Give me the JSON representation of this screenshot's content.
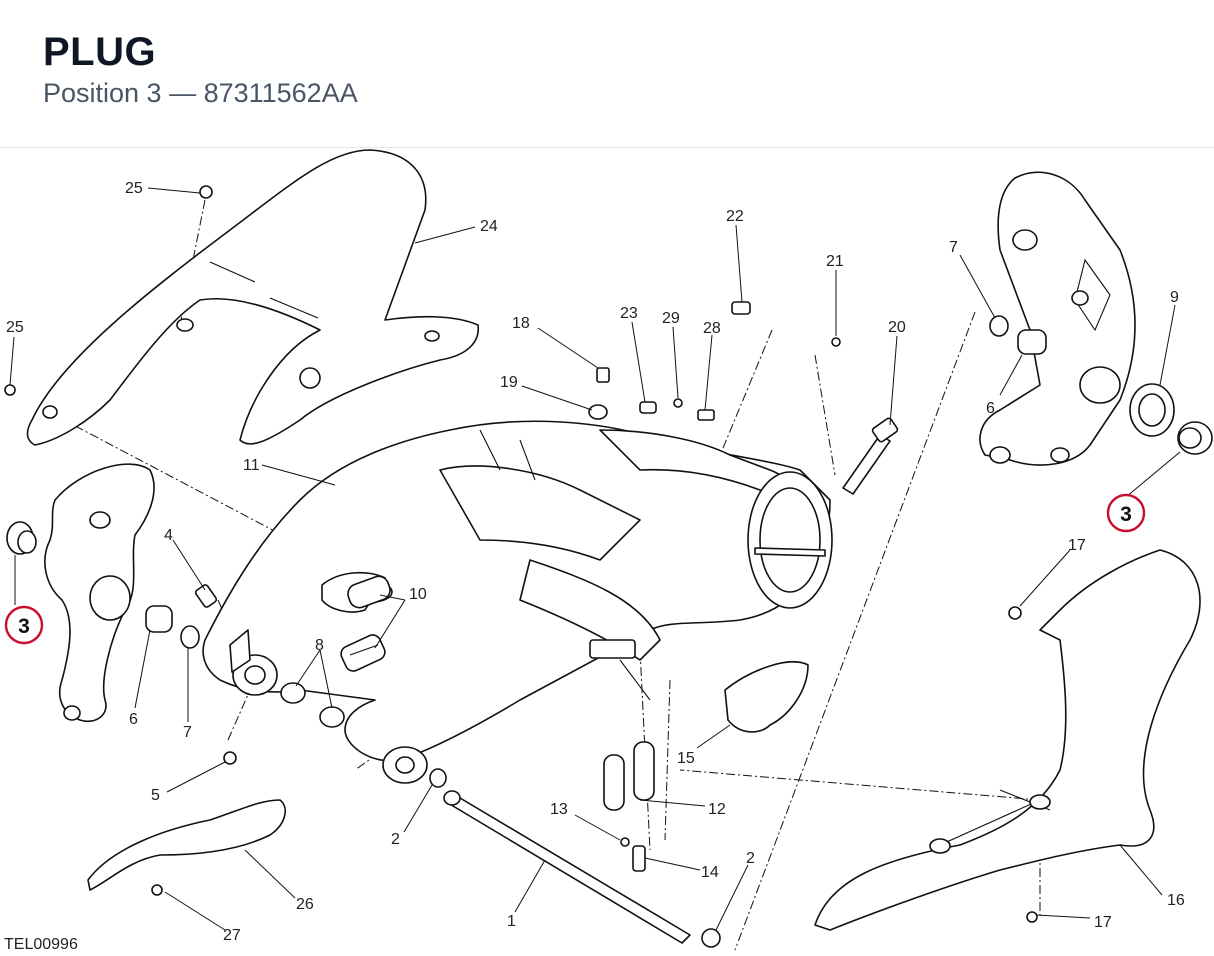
{
  "header": {
    "title": "PLUG",
    "subtitle": "Position 3 — 87311562AA"
  },
  "diagram": {
    "reference_code": "TEL00996",
    "highlight_color": "#c8102e",
    "highlighted_position": "3",
    "callouts": [
      {
        "id": "c25a",
        "text": "25"
      },
      {
        "id": "c24",
        "text": "24"
      },
      {
        "id": "c25b",
        "text": "25"
      },
      {
        "id": "c22",
        "text": "22"
      },
      {
        "id": "c21",
        "text": "21"
      },
      {
        "id": "c18",
        "text": "18"
      },
      {
        "id": "c23",
        "text": "23"
      },
      {
        "id": "c29",
        "text": "29"
      },
      {
        "id": "c28",
        "text": "28"
      },
      {
        "id": "c20",
        "text": "20"
      },
      {
        "id": "c19",
        "text": "19"
      },
      {
        "id": "c7a",
        "text": "7"
      },
      {
        "id": "c9",
        "text": "9"
      },
      {
        "id": "c6a",
        "text": "6"
      },
      {
        "id": "c11",
        "text": "11"
      },
      {
        "id": "c4",
        "text": "4"
      },
      {
        "id": "c10",
        "text": "10"
      },
      {
        "id": "c17a",
        "text": "17"
      },
      {
        "id": "c8",
        "text": "8"
      },
      {
        "id": "c6b",
        "text": "6"
      },
      {
        "id": "c7b",
        "text": "7"
      },
      {
        "id": "c15",
        "text": "15"
      },
      {
        "id": "c5",
        "text": "5"
      },
      {
        "id": "c13",
        "text": "13"
      },
      {
        "id": "c12",
        "text": "12"
      },
      {
        "id": "c2a",
        "text": "2"
      },
      {
        "id": "c14",
        "text": "14"
      },
      {
        "id": "c2b",
        "text": "2"
      },
      {
        "id": "c16",
        "text": "16"
      },
      {
        "id": "c26",
        "text": "26"
      },
      {
        "id": "c1",
        "text": "1"
      },
      {
        "id": "c17b",
        "text": "17"
      },
      {
        "id": "c27",
        "text": "27"
      }
    ],
    "highlight_callouts": [
      {
        "id": "h3-left",
        "text": "3"
      },
      {
        "id": "h3-right",
        "text": "3"
      }
    ]
  }
}
